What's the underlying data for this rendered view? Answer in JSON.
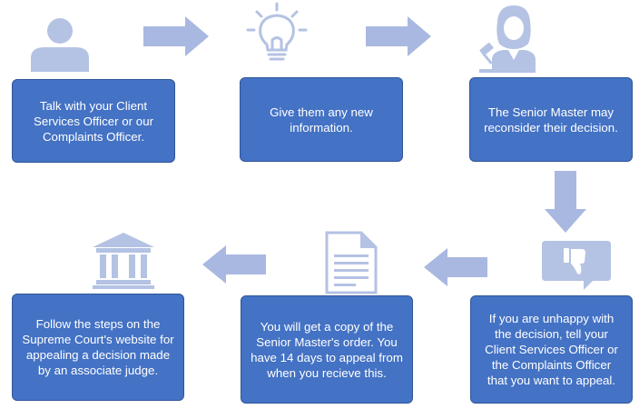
{
  "colors": {
    "box_fill": "#4472c4",
    "box_border": "#2f5597",
    "box_text": "#ffffff",
    "icon": "#b4c2e3",
    "arrow": "#a9b8e0"
  },
  "icons": [
    "person-icon",
    "lightbulb-icon",
    "judge-icon",
    "thumbs-down-speech-icon",
    "document-icon",
    "courthouse-icon"
  ],
  "steps": [
    {
      "text": "Talk with your Client Services Officer or our Complaints Officer."
    },
    {
      "text": "Give them any new information."
    },
    {
      "text": "The Senior Master may reconsider their decision."
    },
    {
      "text": "If you are unhappy with the decision, tell your Client Services Officer or the Complaints Officer that you want to appeal."
    },
    {
      "text": "You will get a copy of the Senior Master's order. You have 14 days to appeal from when you recieve this."
    },
    {
      "text": "Follow the steps on the Supreme Court's website for appealing a decision made by an associate judge."
    }
  ]
}
